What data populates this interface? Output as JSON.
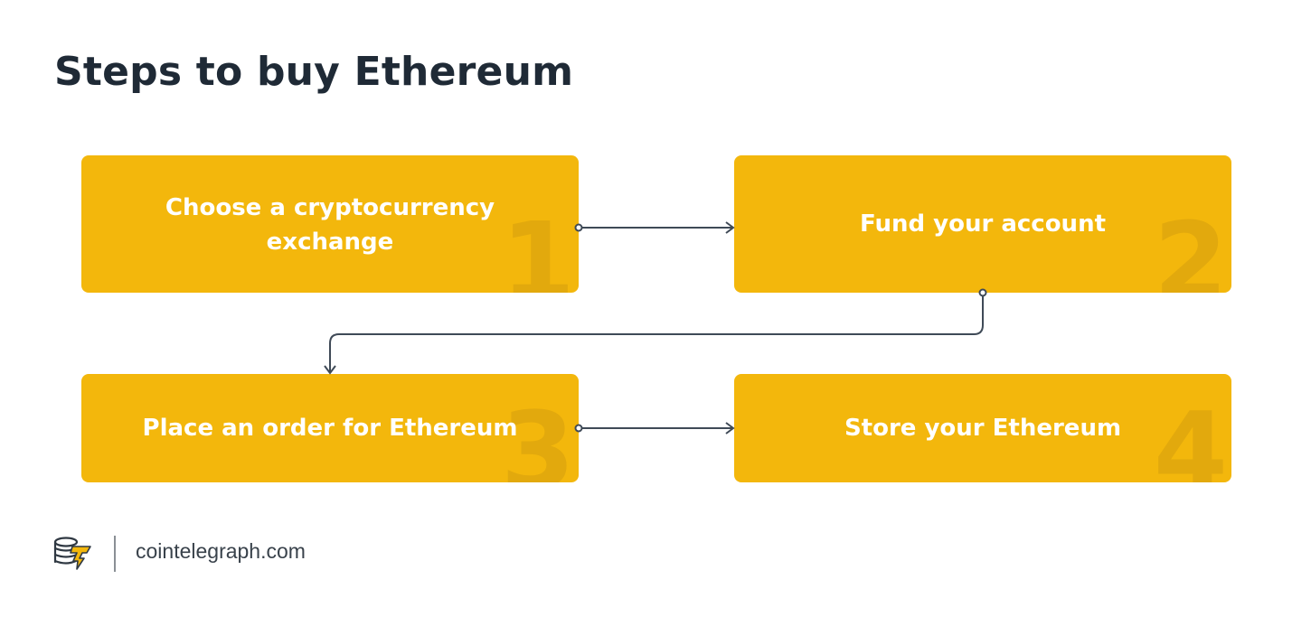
{
  "header": {
    "title": "Steps to buy Ethereum"
  },
  "steps": [
    {
      "number": "1",
      "label": "Choose  a cryptocurrency exchange"
    },
    {
      "number": "2",
      "label": "Fund your account"
    },
    {
      "number": "3",
      "label": "Place an order for Ethereum"
    },
    {
      "number": "4",
      "label": "Store your Ethereum"
    }
  ],
  "colors": {
    "box": "#f3b70c",
    "number": "#e2a90d",
    "connector": "#3f4a57",
    "title": "#1f2a36",
    "logo_accent": "#f3b70c"
  },
  "footer": {
    "logo_icon": "cointelegraph-coins-icon",
    "site": "cointelegraph.com"
  }
}
